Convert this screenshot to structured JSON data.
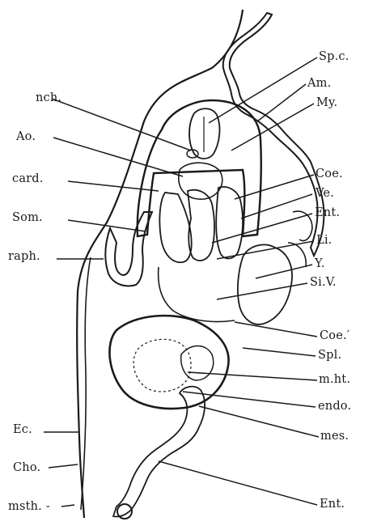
{
  "figure": {
    "labels_left": {
      "nch": "nch.",
      "ao": "Ao.",
      "card": "card.",
      "som": "Som.",
      "raph": "raph.",
      "ec": "Ec.",
      "cho": "Cho.",
      "msth": "msth. -"
    },
    "labels_right": {
      "spc": "Sp.c.",
      "am": "Am.",
      "my": "My.",
      "coe": "Coe.",
      "ve": "Ve.",
      "ent_upper": "Ent.",
      "li": "Li.",
      "y": "Y.",
      "siv": "Si.V.",
      "coe_prime": "Coe.′",
      "spl": "Spl.",
      "mht": "m.ht.",
      "endo": "endo.",
      "mes": "mes.",
      "ent_lower": "Ent."
    }
  }
}
